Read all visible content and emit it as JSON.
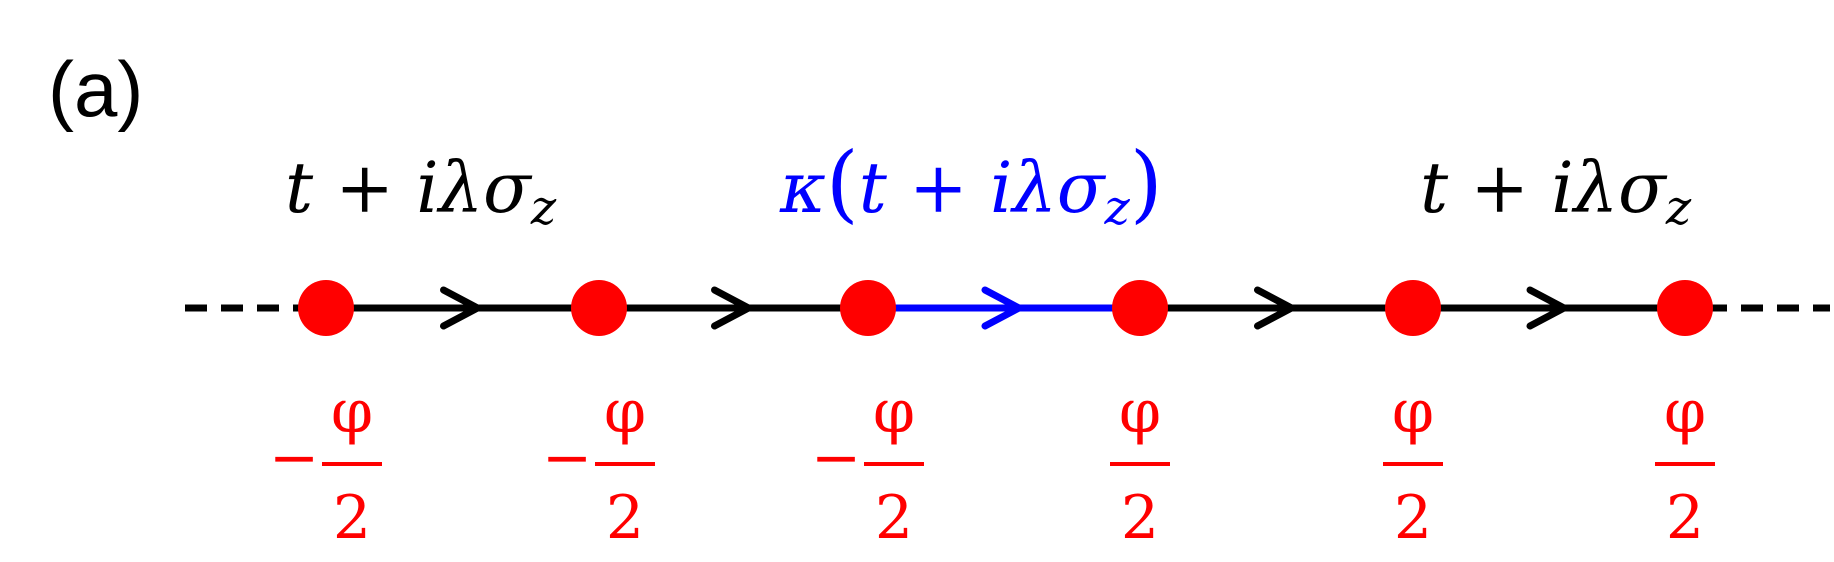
{
  "panel_label": "(a)",
  "colors": {
    "line": "#000000",
    "modified_bond": "#0000ff",
    "site": "#ff0000",
    "phase_text": "#ff0000"
  },
  "hopping_labels": {
    "left": {
      "parts": [
        "t",
        " + ",
        "i",
        "λσ",
        "z"
      ]
    },
    "middle": {
      "parts": [
        "κ",
        "(",
        "t",
        " + ",
        "i",
        "λσ",
        "z",
        ")"
      ]
    },
    "right": {
      "parts": [
        "t",
        " + ",
        "i",
        "λσ",
        "z"
      ]
    }
  },
  "sites": [
    {
      "phase_sign": "−",
      "phase_num": "φ",
      "phase_den": "2"
    },
    {
      "phase_sign": "−",
      "phase_num": "φ",
      "phase_den": "2"
    },
    {
      "phase_sign": "−",
      "phase_num": "φ",
      "phase_den": "2"
    },
    {
      "phase_sign": "",
      "phase_num": "φ",
      "phase_den": "2"
    },
    {
      "phase_sign": "",
      "phase_num": "φ",
      "phase_den": "2"
    },
    {
      "phase_sign": "",
      "phase_num": "φ",
      "phase_den": "2"
    }
  ],
  "bonds": [
    {
      "from": 0,
      "to": 1,
      "type": "normal"
    },
    {
      "from": 1,
      "to": 2,
      "type": "normal"
    },
    {
      "from": 2,
      "to": 3,
      "type": "modified"
    },
    {
      "from": 3,
      "to": 4,
      "type": "normal"
    },
    {
      "from": 4,
      "to": 5,
      "type": "normal"
    }
  ]
}
